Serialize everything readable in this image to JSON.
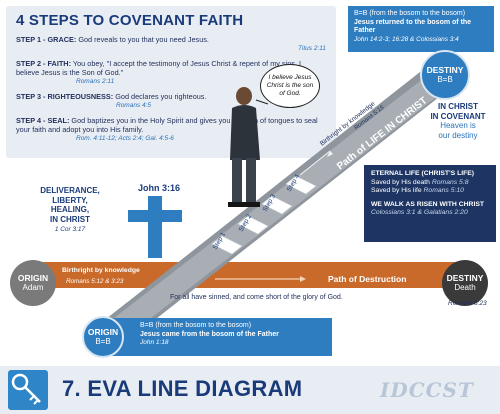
{
  "steps": {
    "title": "4 STEPS TO COVENANT FAITH",
    "items": [
      {
        "label": "STEP 1 - GRACE:",
        "text": "God reveals to you that you need Jesus.",
        "ref": "Titus 2:11"
      },
      {
        "label": "STEP 2 - FAITH:",
        "text": "You obey, \"I accept the testimony of Jesus Christ & repent of my sins, I believe Jesus is the Son of God.\"",
        "ref": "Romans 2:11"
      },
      {
        "label": "STEP 3 - RIGHTEOUSNESS:",
        "text": "God declares you righteous.",
        "ref": "Romans 4:5"
      },
      {
        "label": "STEP 4 - SEAL:",
        "text": "God baptizes you in the Holy Spirit and gives you the sign of tongues to seal your faith and adopt you into His family.",
        "ref": "Rom. 4:11-12; Acts 2:4; Gal. 4:5-6"
      }
    ]
  },
  "speech": "I believe Jesus Christ is the son of God.",
  "bosom_top": {
    "line1": "B=B (from the bosom to the bosom)",
    "line2": "Jesus returned to the bosom of the Father",
    "ref": "John 14:2-3; 16:28 & Colossians 3:4"
  },
  "destiny_top": {
    "title": "DESTINY",
    "sub": "B=B"
  },
  "in_christ": {
    "line1": "IN CHRIST",
    "line2": "IN COVENANT",
    "line3": "Heaven is",
    "line4": "our destiny"
  },
  "birthright_top": {
    "text": "Birthright by knowledge",
    "ref": "Romans 5:15"
  },
  "path_life": "Path of LIFE IN CHRIST",
  "ladder_steps": [
    "Step 1",
    "Step 2",
    "Step 3",
    "Step 4"
  ],
  "eternal": {
    "title": "ETERNAL LIFE (CHRIST'S LIFE)",
    "l1": "Saved by His death",
    "r1": "Romans 5:8",
    "l2": "Saved by His life",
    "r2": "Romans 5:10",
    "title2": "WE WALK AS RISEN WITH CHRIST",
    "r3": "Colossians 3:1 & Galatians 2:20"
  },
  "deliverance": {
    "l1": "DELIVERANCE,",
    "l2": "LIBERTY,",
    "l3": "HEALING,",
    "l4": "IN CHRIST",
    "ref": "1 Cor 3:17"
  },
  "john316": "John 3:16",
  "origin_adam": {
    "title": "ORIGIN",
    "sub": "Adam"
  },
  "birthright_bottom": {
    "text": "Birthright by knowledge",
    "ref": "Romans 5:12 & 3:23"
  },
  "path_destruction": "Path of Destruction",
  "destiny_death": {
    "title": "DESTINY",
    "sub": "Death"
  },
  "sinned": "For all have sinned, and come short of the glory of God.",
  "rom623": "Romans 6:23",
  "origin_bottom": {
    "title": "ORIGIN",
    "sub": "B=B"
  },
  "bosom_bottom": {
    "line1": "B=B (from the bosom to the bosom)",
    "line2": "Jesus came from the bosom of the Father",
    "ref": "John 1:18"
  },
  "footer": {
    "title": "7. EVA LINE DIAGRAM",
    "brand": "IDCCST",
    "icon": "key-icon"
  },
  "colors": {
    "blue": "#2e7dc1",
    "navy": "#1e3563",
    "orange": "#c96a2b",
    "road": "#8e959c"
  }
}
